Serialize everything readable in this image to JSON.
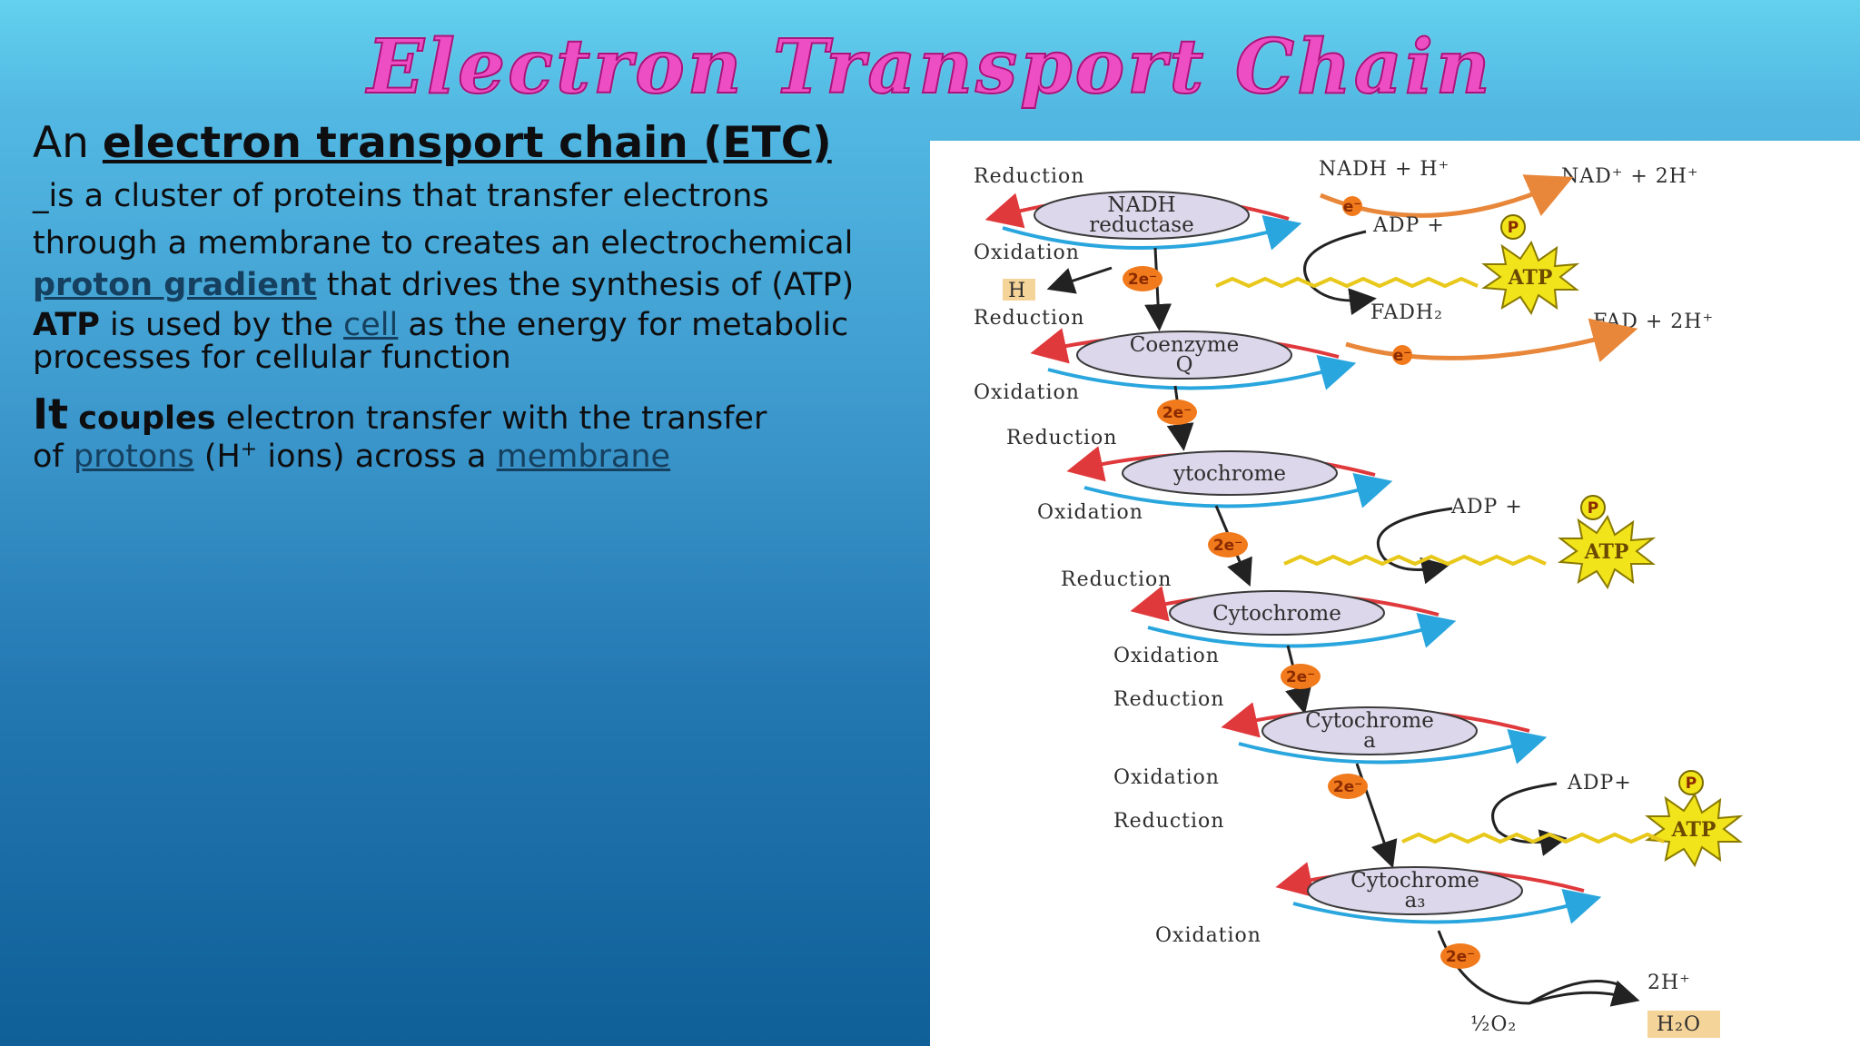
{
  "slide": {
    "title": "Electron Transport Chain",
    "intro": {
      "prefix": "An ",
      "term": "electron transport chain (ETC)"
    },
    "def_line1": "_is a cluster of proteins that transfer electrons",
    "def_line2": "through a membrane to creates an electrochemical",
    "def_line3_link": "proton gradient",
    "def_line3_rest": " that drives the synthesis of  (ATP)",
    "atp_bold": "ATP",
    "atp_text1": " is used by the ",
    "atp_link": "cell",
    "atp_text2": " as the energy for metabolic",
    "atp_line2": "processes for cellular function",
    "couple_it": "It",
    "couple_word": "couples",
    "couple_rest": "  electron transfer with the transfer",
    "couple_of": "of ",
    "couple_protons": "protons",
    "couple_h": " (H",
    "couple_plus": "+",
    "couple_mid": " ions) across a ",
    "couple_membrane": "membrane"
  },
  "diagram": {
    "nadh_h": "NADH + H⁺",
    "nad_2h": "NAD⁺ + 2H⁺",
    "fadh2": "FADH₂",
    "fad_2h": "FAD + 2H⁺",
    "adp_p": "ADP +",
    "adp_p_tight": "ADP+",
    "p": "P",
    "atp": "ATP",
    "reduction": "Reduction",
    "oxidation": "Oxidation",
    "h": "H",
    "e": "e⁻",
    "two_e": "2e⁻",
    "enzyme1_a": "NADH",
    "enzyme1_b": "reductase",
    "enzyme2_a": "Coenzyme",
    "enzyme2_b": "Q",
    "enzyme3": "ytochrome",
    "enzyme4": "Cytochrome",
    "enzyme5_a": "Cytochrome",
    "enzyme5_b": "a",
    "enzyme6_a": "Cytochrome",
    "enzyme6_b": "a₃",
    "two_h": "2H⁺",
    "half_o2": "½O₂",
    "h2o": "H₂O"
  }
}
